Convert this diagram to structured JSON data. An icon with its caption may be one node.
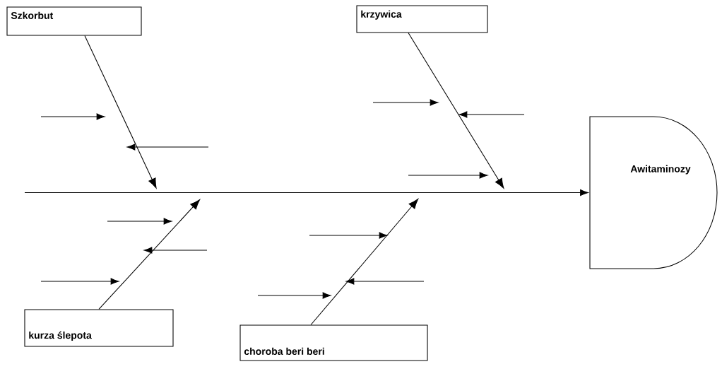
{
  "diagram": {
    "nodes": [
      {
        "text": [
          "Szkorbut"
        ]
      },
      {
        "text": [
          "krzywica"
        ]
      },
      {
        "text": [
          "Awitaminozy"
        ]
      },
      {
        "text": [
          "kurza ślepota"
        ]
      },
      {
        "text": [
          "choroba beri beri"
        ]
      }
    ],
    "edges": [
      {
        "from": null,
        "to": 2,
        "arrow": "to"
      },
      {
        "from": 0,
        "to": null,
        "arrow": "to"
      },
      {
        "from": 1,
        "to": null,
        "arrow": "to"
      },
      {
        "from": 3,
        "to": null,
        "arrow": "to"
      },
      {
        "from": 4,
        "to": null,
        "arrow": "to"
      }
    ]
  }
}
